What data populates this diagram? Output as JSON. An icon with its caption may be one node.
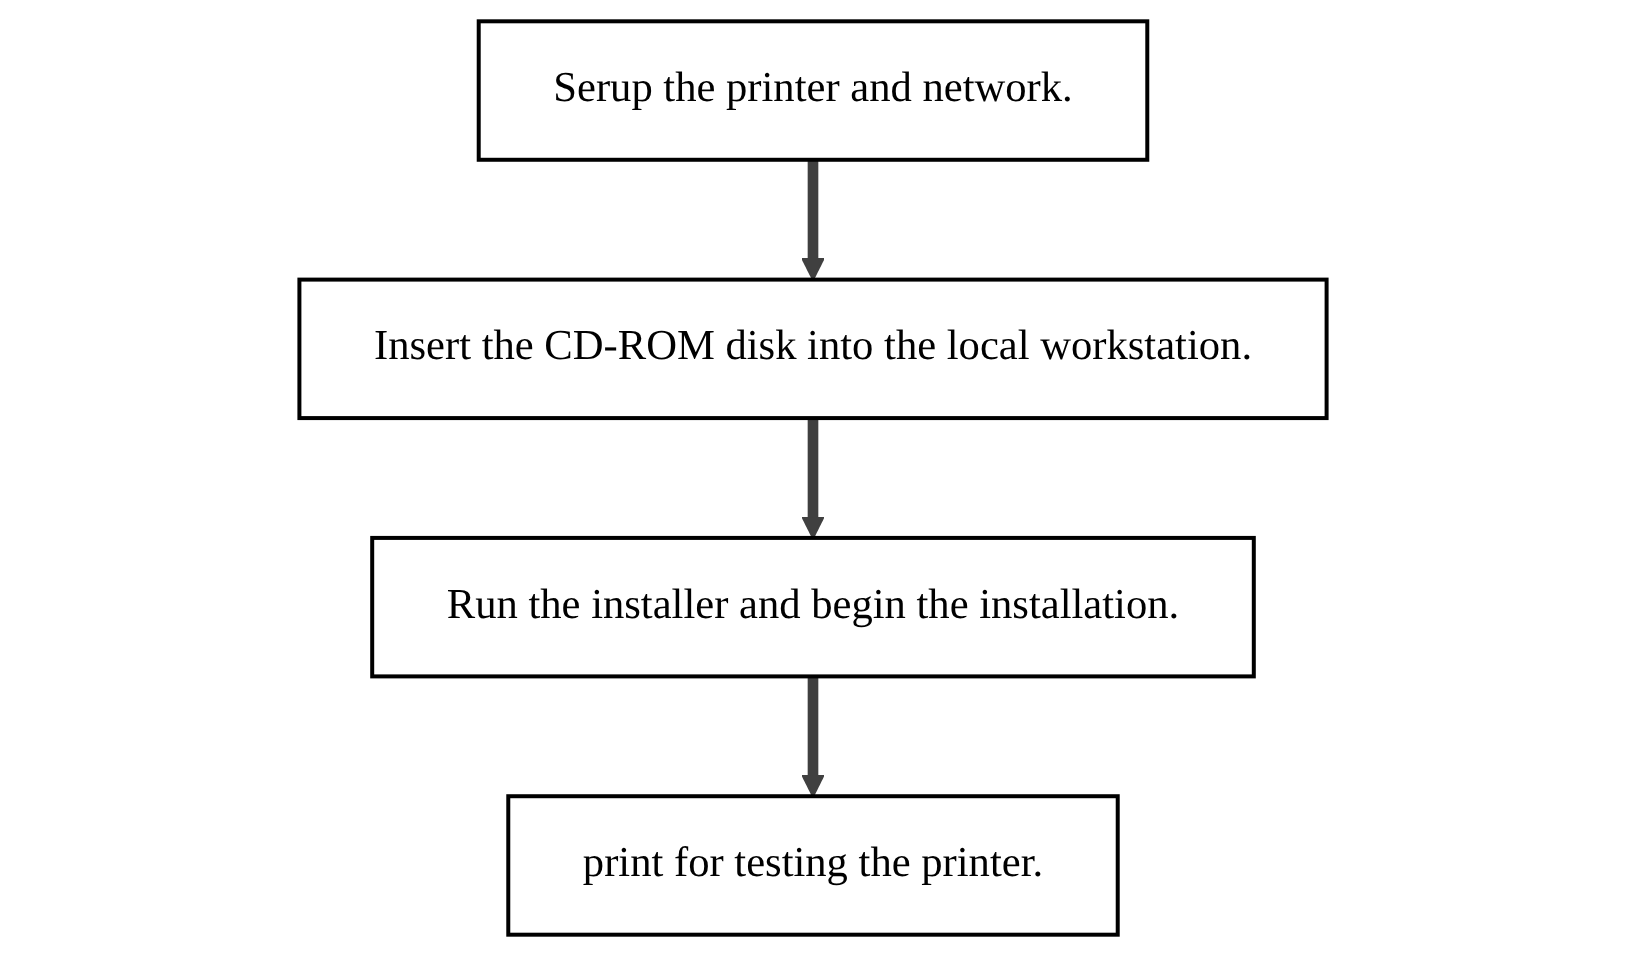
{
  "diagram": {
    "nodes": [
      {
        "text": [
          "Serup the printer and network."
        ]
      },
      {
        "text": [
          "Insert the CD-ROM disk into the local workstation."
        ]
      },
      {
        "text": [
          "Run the installer and begin the installation."
        ]
      },
      {
        "text": [
          "print for testing the printer."
        ]
      }
    ],
    "edges": [
      {
        "from": 0,
        "to": 1,
        "arrow": "to"
      },
      {
        "from": 1,
        "to": 2,
        "arrow": "to"
      },
      {
        "from": 2,
        "to": 3,
        "arrow": "to"
      }
    ]
  }
}
